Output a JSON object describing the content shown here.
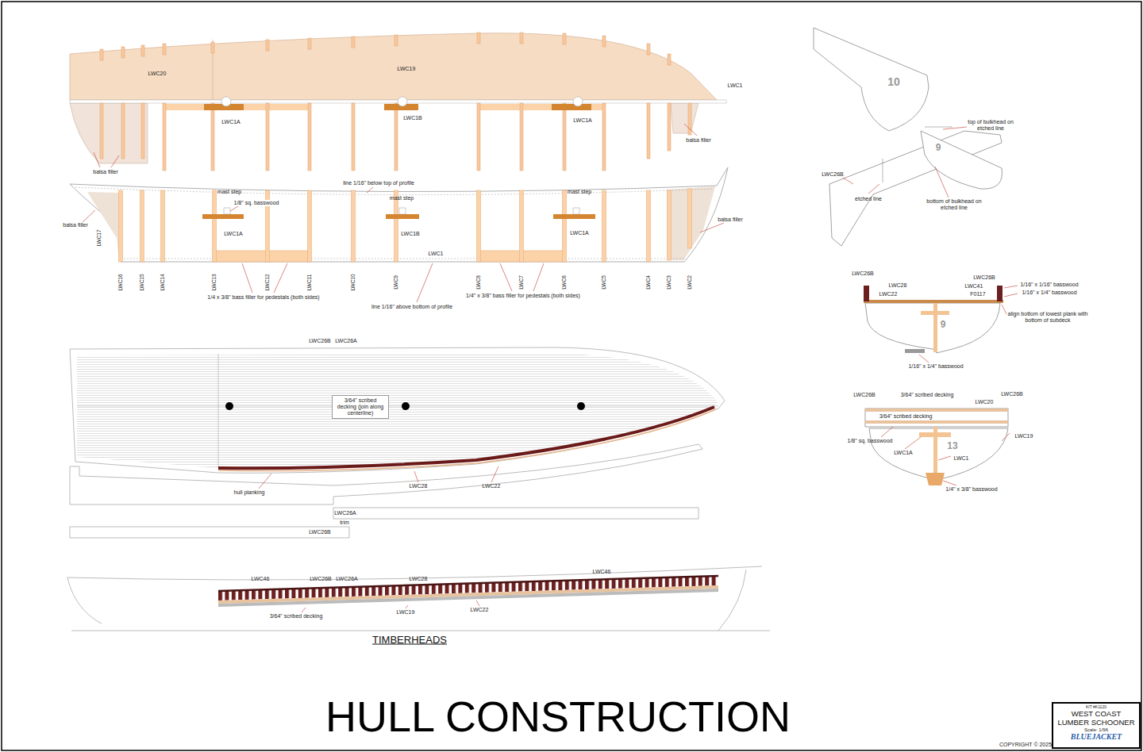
{
  "diagram": {
    "title": "HULL CONSTRUCTION",
    "nodes": [
      {
        "text": [
          "3/64\" scribed decking (join along centerline)"
        ]
      },
      {
        "text": [
          "KIT #K1120",
          "WEST COAST LUMBER SCHOONER",
          "Scale: 1/96",
          "BLUEJACKET"
        ]
      }
    ],
    "labels": [
      "LWC20",
      "LWC19",
      "LWC1",
      "LWC1A",
      "LWC1B",
      "LWC1A",
      "balsa filler",
      "balsa filler",
      "mast step",
      "1/8\" sq. basswood",
      "line 1/16\" below top of profile",
      "mast step",
      "mast step",
      "balsa filler",
      "LWC17",
      "LWC1A",
      "LWC1B",
      "LWC1A",
      "balsa filler",
      "LWC1",
      "LWC16",
      "LWC15",
      "LWC14",
      "LWC13",
      "LWC12",
      "LWC11",
      "LWC10",
      "LWC9",
      "LWC8",
      "LWC7",
      "LWC6",
      "LWC5",
      "LWC4",
      "LWC3",
      "LWC2",
      "1/4 x 3/8\" bass filler for pedestals (both sides)",
      "1/4\" x 3/8\" bass filler for pedestals (both sides)",
      "line 1/16\" above bottom of profile",
      "LWC26B",
      "LWC26A",
      "hull planking",
      "LWC28",
      "LWC22",
      "LWC26A",
      "trim",
      "LWC26B",
      "LWC46",
      "LWC26B",
      "LWC26A",
      "LWC28",
      "LWC46",
      "3/64\" scribed decking",
      "LWC19",
      "LWC22",
      "TIMBERHEADS",
      "10",
      "top of bulkhead on etched line",
      "LWC26B",
      "etched line",
      "9",
      "bottom of bulkhead on etched line",
      "LWC26B",
      "LWC28",
      "LWC22",
      "LWC26B",
      "LWC41",
      "F0117",
      "1/16\" x 1/16\" basswood",
      "1/16\" x 1/4\" basswood",
      "align bottom of lowest plank with bottom of subdeck",
      "9",
      "1/16\" x 1/4\" basswood",
      "LWC26B",
      "3/64\" scribed decking",
      "LWC26B",
      "LWC20",
      "3/64\" scribed decking",
      "1/8\" sq. basswood",
      "LWC19",
      "13",
      "LWC1A",
      "LWC1",
      "1/4\" x 3/8\" basswood",
      "COPYRIGHT © 2025"
    ]
  }
}
